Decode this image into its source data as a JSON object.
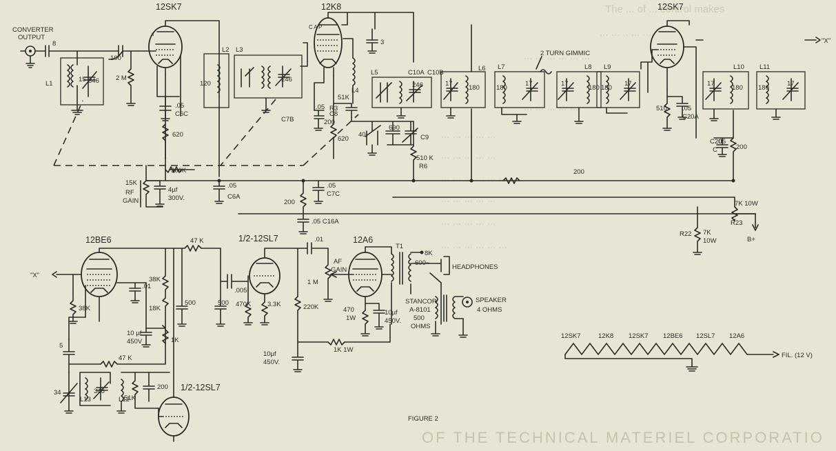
{
  "figure": {
    "caption": "FIGURE 2"
  },
  "background_text": {
    "lines": [
      "The ... of ... control makes",
      "... ... .. ... ...",
      "... ... ... ... ... ...",
      "... ... ... ... ...",
      "... ... ... ... ...",
      "... ... ... ... ...",
      "... ... ... ... ... ...",
      "... ... ... ... ...",
      "... ... ... ... ...",
      "... ... ... ... ... ..."
    ],
    "heading": "OF THE TECHNICAL MATERIEL CORPORATIO"
  },
  "tubes": [
    {
      "id": "v1",
      "type": "12SK7"
    },
    {
      "id": "v2",
      "type": "12K8"
    },
    {
      "id": "v3",
      "type": "12SK7"
    },
    {
      "id": "v4",
      "type": "12BE6"
    },
    {
      "id": "v5",
      "type": "1/2-12SL7"
    },
    {
      "id": "v6",
      "type": "12A6"
    },
    {
      "id": "v7",
      "type": "1/2-12SL7"
    }
  ],
  "labels": {
    "converter": "CONVERTER",
    "output": "OUTPUT",
    "L1": "L1",
    "L2": "L2",
    "L3": "L3",
    "L4": "L4",
    "L5": "L5",
    "L6": "L6",
    "L7": "L7",
    "L8": "L8",
    "L9": "L9",
    "L10": "L10",
    "L11": "L11",
    "L12": "L12",
    "L13": "L13",
    "c15": "15",
    "c346": "346",
    "c8": "8",
    "c100": "100",
    "r2m": "2 M",
    "c05a": ".05",
    "c6c": "C6C",
    "r620": "620",
    "c120": "120",
    "c246a": "246",
    "c7b": "C7B",
    "c3": "3",
    "r3": "R3",
    "r51k": "51K",
    "c8b": "C8",
    "c200a": "200",
    "c05b": ".05",
    "r620b": "620",
    "c40": "40",
    "c690": "690",
    "c9": "C9",
    "r510k": "510 K",
    "r6": "R6",
    "c10a": "C10A",
    "c10b": "C10B",
    "c246b": "246",
    "c17a": "17",
    "c180a": "180",
    "c180b": "180",
    "c17b": "17",
    "c17c": "17",
    "c180c": "180",
    "c180d": "180",
    "c17d": "17",
    "gimmic": "2 TURN GIMMIC",
    "r510": "510",
    "c05c": ".05",
    "c20a": "C20A",
    "c17e": "17",
    "c180e": "180",
    "c180f": "180",
    "c17f": "17",
    "x_out": "\"X\"",
    "c20c": "C20",
    "c20c2": "C",
    "c05d": ".05",
    "r200a": "200",
    "r360k": "360K",
    "r15k": "15K",
    "rf": "RF",
    "gain": "GAIN",
    "c4uf": "4µf",
    "v300": "300V.",
    "c05e": ".05",
    "c6a": "C6A",
    "r200b": "200",
    "c05f": ".05",
    "c7c": "C7C",
    "r200c": "200",
    "c16a": ".05  C16A",
    "r7k10w": "7K 10W",
    "r23": "R23",
    "r22": "R22",
    "r7k": "7K",
    "r10w": "10W",
    "bplus": "B+",
    "x_in": "\"X\"",
    "r38ka": "38K",
    "c01a": ".01",
    "r38kb": "38K",
    "r18k": "18K",
    "c10uf": "10 µf",
    "v450": "450V",
    "r1k": "1K",
    "r47ka": "47 K",
    "c500a": "500",
    "c005": ".005",
    "c500b": "500",
    "r470k": "470K",
    "r33k": "3.3K",
    "c01b": ".01",
    "r220k": "220K",
    "c10ufb": "10µf",
    "v450b": "450V.",
    "af": "AF",
    "afgain": "GAIN",
    "r1m": "1 M",
    "r470": "470",
    "r1w": "1W",
    "c10ufc": "10µf",
    "v450c": "450V.",
    "r1k1w": "1K 1W",
    "t1": "T1",
    "t8k": "8K",
    "t600": "600~",
    "headphones": "HEADPHONES",
    "speaker": "SPEAKER",
    "ohms4": "4 OHMS",
    "stancor": "STANCOR",
    "a8101": "A-8101",
    "ohms500a": "500",
    "ohms500b": "OHMS",
    "c5": "5",
    "r47kb": "47 K",
    "c34": "34",
    "c346b": "346",
    "r51kb": "51K",
    "c200b": "200",
    "fil": "FIL. (12 V)"
  },
  "filament_chain": [
    "12SK7",
    "12K8",
    "12SK7",
    "12BE6",
    "12SL7",
    "12A6"
  ]
}
